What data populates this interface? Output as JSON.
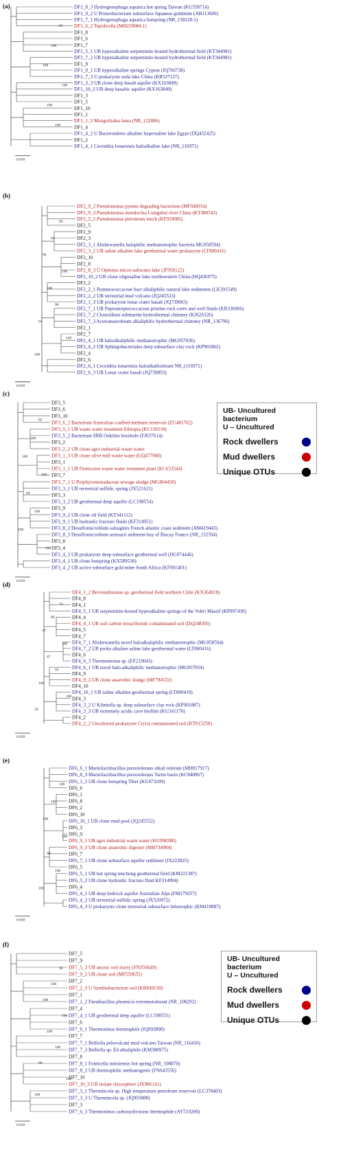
{
  "legend": {
    "line1": "UB- Uncultured bacterium",
    "line2": "U – Uncultured",
    "items": [
      {
        "label": "Rock dwellers",
        "color": "#00008b"
      },
      {
        "label": "Mud dwellers",
        "color": "#cc0000"
      },
      {
        "label": "Unique OTUs",
        "color": "#000000"
      }
    ]
  },
  "colors": {
    "rock": "#1c1c8c",
    "mud": "#b01c1c",
    "otu": "#111111",
    "line": "#555555"
  },
  "panels": [
    {
      "letter": "(a)",
      "scale": "0.050",
      "bootstraps": [
        "85",
        "100",
        "100",
        "100",
        "100",
        "100"
      ],
      "labels": [
        {
          "text": "DF1_8_3 Hydrogenophaga aquatica hot spring Taiwan (KU358714)",
          "kind": "rock"
        },
        {
          "text": "DF1_9_2 U Proteobacterium subsurface Japanese goldmine (AB113609)",
          "kind": "rock"
        },
        {
          "text": "DF1_7_1 Hydrogenophaga aquatica hotspring (NR_158120.1)",
          "kind": "rock"
        },
        {
          "text": "DF1_6_2 Tepidicella (MH220084.1)",
          "kind": "mud"
        },
        {
          "text": "DF1_8",
          "kind": "otu"
        },
        {
          "text": "DF1_6",
          "kind": "otu"
        },
        {
          "text": "DF1_7",
          "kind": "otu"
        },
        {
          "text": "DF1_5_1 UB hyperalkaline serpentinite-hosted hydrothermal field (KT344981)",
          "kind": "rock"
        },
        {
          "text": "DF1_7_2 UB hyperalkaline serpentinite-hosted hydrothermal field (KT344981)",
          "kind": "rock"
        },
        {
          "text": "DF1_9",
          "kind": "otu"
        },
        {
          "text": "DF1_9_1 UB hyperalkaline springs Cyprus (JQ766738)",
          "kind": "rock"
        },
        {
          "text": "DF1_7_3 U prokaryote soda lake China (KR527127)",
          "kind": "rock"
        },
        {
          "text": "DF1_3_3 UB clone deep basalt aquifer (KX163849)",
          "kind": "rock"
        },
        {
          "text": "DF1_10_2 UB deep basaltic aquifer (KX163849)",
          "kind": "rock"
        },
        {
          "text": "DF1_3",
          "kind": "otu"
        },
        {
          "text": "DF1_5",
          "kind": "otu"
        },
        {
          "text": "DF1_10",
          "kind": "otu"
        },
        {
          "text": "DF1_1",
          "kind": "otu"
        },
        {
          "text": "DF1_1_3 Mongolitalea lutea (NR_122086)",
          "kind": "mud"
        },
        {
          "text": "DF1_4",
          "kind": "otu"
        },
        {
          "text": "DF1_4_2 U Bacteroidetes alkaline hypersaline lake Egypt (DQ432425)",
          "kind": "rock"
        },
        {
          "text": "DF1_2",
          "kind": "otu"
        },
        {
          "text": "DF1_4_1 Cecembia lonarensis haloalkaline lake (NR_116971)",
          "kind": "rock"
        }
      ]
    },
    {
      "letter": "(b)",
      "scale": "0.050",
      "bootstraps": [
        "99",
        "99",
        "99",
        "100",
        "100",
        "98",
        "94",
        "100",
        "100"
      ],
      "labels": [
        {
          "text": "DF2_9_2 Pseudomonas pyrene degrading bacterium (MF948934)",
          "kind": "mud"
        },
        {
          "text": "DF2_9_3 Pseudomonas mendocina Liangshui river China (KT380543)",
          "kind": "mud"
        },
        {
          "text": "DF2_5_2 Pseudomonas petroleum muck (KF939085)",
          "kind": "mud"
        },
        {
          "text": "DF2_5",
          "kind": "otu"
        },
        {
          "text": "DF2_9",
          "kind": "otu"
        },
        {
          "text": "DF2_3",
          "kind": "otu"
        },
        {
          "text": "DF2_3_1 Alishewanella halophilic methanotrophic bacteria MG958594)",
          "kind": "rock"
        },
        {
          "text": "DF2_3_2 UB saline alkaline lake geothermal water prokaryote (LT800416)",
          "kind": "mud"
        },
        {
          "text": "DF2_10",
          "kind": "otu"
        },
        {
          "text": "DF2_8",
          "kind": "otu"
        },
        {
          "text": "DF2_8_3 U Opitutus micro-saltwater lake (JF958122)",
          "kind": "mud"
        },
        {
          "text": "DF2_10_2 UB clone oligosaline lake northwestern China (HQ436975)",
          "kind": "rock"
        },
        {
          "text": "DF2_2",
          "kind": "otu"
        },
        {
          "text": "DF2_2_1 Ruminococcaceae bact alkaliphilic natural lake sediments (LK391549)",
          "kind": "rock"
        },
        {
          "text": "DF2_2_2 UB terrestrial mud volcano (JQ245533)",
          "kind": "rock"
        },
        {
          "text": "DF2_1_3 UB prokaryote lonar crater basalt (JQ739063)",
          "kind": "rock"
        },
        {
          "text": "DF2_7_1 UB Peptostreptococcaceae pristine rock cores and well fluids (KR336966)",
          "kind": "rock"
        },
        {
          "text": "DF2_7_2 Clostridium submarine hydrothermal chimney (KJ626326)",
          "kind": "rock"
        },
        {
          "text": "DF2_7_3 Acetoanaerobium alkaliphilic hydrothermal chimney (NR_136796)",
          "kind": "rock"
        },
        {
          "text": "DF2_1",
          "kind": "otu"
        },
        {
          "text": "DF2_7",
          "kind": "otu"
        },
        {
          "text": "DF2_4_1 UB haloalkaliphilic methanotrophic (MG957036)",
          "kind": "rock"
        },
        {
          "text": "DF2_4_2 UB Sphingobacteriales deep subsurface clay rock (KP901862)",
          "kind": "rock"
        },
        {
          "text": "DF2_4",
          "kind": "otu"
        },
        {
          "text": "DF2_6",
          "kind": "otu"
        },
        {
          "text": "DF2_6_1 Cecembia lonarensis haloalkalitolerant NR_(116971)",
          "kind": "rock"
        },
        {
          "text": "DF2_6_3 UB Lonar crater basalt (JQ739093)",
          "kind": "rock"
        }
      ]
    },
    {
      "letter": "(c)",
      "scale": "0.050",
      "bootstraps": [
        "82",
        "100",
        "100",
        "100",
        "94",
        "100",
        "100",
        "100"
      ],
      "labels": [
        {
          "text": "DF3_5",
          "kind": "otu"
        },
        {
          "text": "DF3_6",
          "kind": "otu"
        },
        {
          "text": "DF3_10",
          "kind": "otu"
        },
        {
          "text": "DF3_6_2 Bacterium Australian coalbed methane reservoir (EU481702)",
          "kind": "mud"
        },
        {
          "text": "DF3_5_1 UB waste water treatment Ethiopia (KC110218)",
          "kind": "mud"
        },
        {
          "text": "DF3_5_2 Bacterium SRB Oukilito borehole (FJ037614)",
          "kind": "rock"
        },
        {
          "text": "DF3_2",
          "kind": "otu"
        },
        {
          "text": "DF3_2_2 UB clone agro industrial waste water",
          "kind": "mud"
        },
        {
          "text": "DF3_1_3 UB clone olive mill waste water (GQ477908)",
          "kind": "mud"
        },
        {
          "text": "DF3_1",
          "kind": "otu"
        },
        {
          "text": "DF3_1_1 UB Firmicutes waste water treatment plant (KC633544)",
          "kind": "mud"
        },
        {
          "text": "DF3_7",
          "kind": "otu"
        },
        {
          "text": "DF3_7_1 U Porphyromonadaceae sewage sludge (MG804430)",
          "kind": "mud"
        },
        {
          "text": "DF3_3_1 UB terrestrial sulfidic spring (JX521621)",
          "kind": "rock"
        },
        {
          "text": "DF3_3",
          "kind": "otu"
        },
        {
          "text": "DF3_3_2 UB geothermal deep aquifer (LC198554)",
          "kind": "rock"
        },
        {
          "text": "DF3_9",
          "kind": "otu"
        },
        {
          "text": "DF3_9_2 UB clone oil field (KT341112)",
          "kind": "rock"
        },
        {
          "text": "DF3_9_1 UB hydraulic fracture fluids (KF314951)",
          "kind": "rock"
        },
        {
          "text": "DF3_8_2 Desulfomicrobium salsuginis French atlantic coast sediment (AM419443)",
          "kind": "rock"
        },
        {
          "text": "DF3_8_3 Desulfomicrobium aestuarii sediment bay of Biscay France (NR_132594)",
          "kind": "rock"
        },
        {
          "text": "DF3_8",
          "kind": "otu"
        },
        {
          "text": "DF3_4",
          "kind": "otu"
        },
        {
          "text": "DF3_4_3 UB prokaryote deep subsurface geothermal well (HG974446)",
          "kind": "rock"
        },
        {
          "text": "DF3_4_1 UB clone hotspring (KX589530)",
          "kind": "rock"
        },
        {
          "text": "DF3_4_2 UB active subsurface gold mine South Africa (KF901401)",
          "kind": "rock"
        }
      ]
    },
    {
      "letter": "(d)",
      "scale": "0.050",
      "bootstraps": [
        "74",
        "99",
        "67",
        "100",
        "47",
        "93",
        "100",
        "100",
        "50"
      ],
      "labels": [
        {
          "text": "DF4_1_2 Brevundimonas sp. geothermal field northern Chile (KX364018)",
          "kind": "mud"
        },
        {
          "text": "DF4_8",
          "kind": "otu"
        },
        {
          "text": "DF4_1",
          "kind": "otu"
        },
        {
          "text": "DF4_5_1 UB serpentinite-hosted hyperalkaline springs of the Voltri Massif (KP097430)",
          "kind": "rock"
        },
        {
          "text": "DF4_4",
          "kind": "otu"
        },
        {
          "text": "DF4_4_1 UB soil carbon tetrachloride contaminated soil (DQ248305)",
          "kind": "mud"
        },
        {
          "text": "DF4_5",
          "kind": "otu"
        },
        {
          "text": "DF4_7",
          "kind": "otu"
        },
        {
          "text": "DF4_7_1 Alishewanella novel haloalkaliphilic methanotrophic (MG958594)",
          "kind": "rock"
        },
        {
          "text": "DF4_7_2 UB proka alkaline saline lake geothermal water (LT800416)",
          "kind": "rock"
        },
        {
          "text": "DF4_6",
          "kind": "otu"
        },
        {
          "text": "DF4_6_3 Thermomonas sp. (EF219043)",
          "kind": "rock"
        },
        {
          "text": "DF4_6_1 UB novel halo-alkaliphilic methanotrophic (MG957054)",
          "kind": "rock"
        },
        {
          "text": "DF4_9",
          "kind": "otu"
        },
        {
          "text": "DF4_9_3 UB clone anaerobic sludge (MF794532)",
          "kind": "mud"
        },
        {
          "text": "DF4_10",
          "kind": "otu"
        },
        {
          "text": "DF4_10_1 UB saline alkaline geothermal spring (LT800419)",
          "kind": "rock"
        },
        {
          "text": "DF4_3",
          "kind": "otu"
        },
        {
          "text": "DF4_3_2 U Kilmiella sp. deep subsurface clay rock (KP901887)",
          "kind": "rock"
        },
        {
          "text": "DF4_3_3 UB extremely acidic cave biofilm (KU341170)",
          "kind": "rock"
        },
        {
          "text": "DF4_2",
          "kind": "otu"
        },
        {
          "text": "DF4_2_2 Uncultured prokaryote Cr(vi) contaminated soil (KT015258)",
          "kind": "mud"
        }
      ]
    },
    {
      "letter": "(e)",
      "scale": "0.050",
      "bootstraps": [
        "100",
        "100",
        "100",
        "100",
        "99",
        "100",
        "100"
      ],
      "labels": [
        {
          "text": "DF6_6_1 Marinilactibacillus piezotolerans alkali tolerant (MH817917)",
          "kind": "rock"
        },
        {
          "text": "DF6_8_3 Marinilactibacillus piezotolerans Tarim basin (KC840867)",
          "kind": "rock"
        },
        {
          "text": "DF6_1_2 UB clone hotspring Tibet (KU473209)",
          "kind": "rock"
        },
        {
          "text": "DF6_6",
          "kind": "otu"
        },
        {
          "text": "DF6_1",
          "kind": "otu"
        },
        {
          "text": "DF6_8",
          "kind": "otu"
        },
        {
          "text": "DF6_2",
          "kind": "otu"
        },
        {
          "text": "DF6_10",
          "kind": "otu"
        },
        {
          "text": "DF6_10_1 UB clone mud pool (JQ245552)",
          "kind": "rock"
        },
        {
          "text": "DF6_3",
          "kind": "otu"
        },
        {
          "text": "DF6_9",
          "kind": "otu"
        },
        {
          "text": "DF6_9_1 UB agro industrial waste water (KU998380)",
          "kind": "mud"
        },
        {
          "text": "DF6_9_3 UB clone anaerobic digester (MH734904)",
          "kind": "mud"
        },
        {
          "text": "DF6_7",
          "kind": "otu"
        },
        {
          "text": "DF6_7_1 UB clone subsurface aquifer sediment (JX222825)",
          "kind": "rock"
        },
        {
          "text": "DF6_5",
          "kind": "otu"
        },
        {
          "text": "DF6_5_1 UB hot spring tenchong geothermal field (KM221387)",
          "kind": "rock"
        },
        {
          "text": "DF6_5_2 UB clone hydraulic fracture fluid KF314994)",
          "kind": "rock"
        },
        {
          "text": "DF6_4",
          "kind": "otu"
        },
        {
          "text": "DF6_4_1 UB deep bedrock aquifer Australian Alps (FM179257)",
          "kind": "rock"
        },
        {
          "text": "DF6_4_2 UB terrestrial sulfidic spring (JX520972)",
          "kind": "rock"
        },
        {
          "text": "DF6_4_3 U prokaryote clone terrestrial subsurface lithotrophic (KM410887)",
          "kind": "rock"
        }
      ]
    },
    {
      "letter": "(f)",
      "scale": "0.050",
      "bootstraps": [
        "90",
        "100",
        "100",
        "100",
        "100",
        "100",
        "99",
        "100",
        "100"
      ],
      "labels": [
        {
          "text": "DF7_5",
          "kind": "otu"
        },
        {
          "text": "DF7_9",
          "kind": "otu"
        },
        {
          "text": "DF7_5_3 UB anoxic soil slurry (FN356649)",
          "kind": "mud"
        },
        {
          "text": "DF7_9_2 UB clone soil (MF559655)",
          "kind": "mud"
        },
        {
          "text": "DF7_2",
          "kind": "otu"
        },
        {
          "text": "DF7_2_3 U Symbiobacterium soil (KR849130)",
          "kind": "mud"
        },
        {
          "text": "DF7_1",
          "kind": "otu"
        },
        {
          "text": "DF7_1_2 Paenibacillus phoenicis extremotolerant (NR_108292)",
          "kind": "rock"
        },
        {
          "text": "DF7_4",
          "kind": "otu"
        },
        {
          "text": "DF7_4_1 UB geothermal deep aquifer (LC198551)",
          "kind": "rock"
        },
        {
          "text": "DF7_6",
          "kind": "otu"
        },
        {
          "text": "DF7_6_1 Thermoninus thermophile (JQ993890)",
          "kind": "rock"
        },
        {
          "text": "DF7_7",
          "kind": "otu"
        },
        {
          "text": "DF7_7_1 Belliella pelovolcani mud volcano Taiwan (NR_116416)",
          "kind": "rock"
        },
        {
          "text": "DF7_7_3 Belliella sp. E4 alkaliphile (KM388975)",
          "kind": "rock"
        },
        {
          "text": "DF7_8",
          "kind": "otu"
        },
        {
          "text": "DF7_8_1 Fonticella tunisiensis hot spring (NR_108870)",
          "kind": "rock"
        },
        {
          "text": "DF7_8_2 UB thermophilic methanogenic (FN643556)",
          "kind": "rock"
        },
        {
          "text": "DF7_10",
          "kind": "otu"
        },
        {
          "text": "DF7_10_3 UB isolate rhizosphere (JX986141)",
          "kind": "mud"
        },
        {
          "text": "DF7_3_1 Thermincola sp. High temperature petroleum reservoir (LC378403)",
          "kind": "rock"
        },
        {
          "text": "DF7_3_3 U Thermincola sp. (JQ993888)",
          "kind": "rock"
        },
        {
          "text": "DF7_3",
          "kind": "otu"
        },
        {
          "text": "DF7_6_3 Thermoninus carboxydivorans thermophile (AY519200)",
          "kind": "rock"
        }
      ]
    }
  ]
}
